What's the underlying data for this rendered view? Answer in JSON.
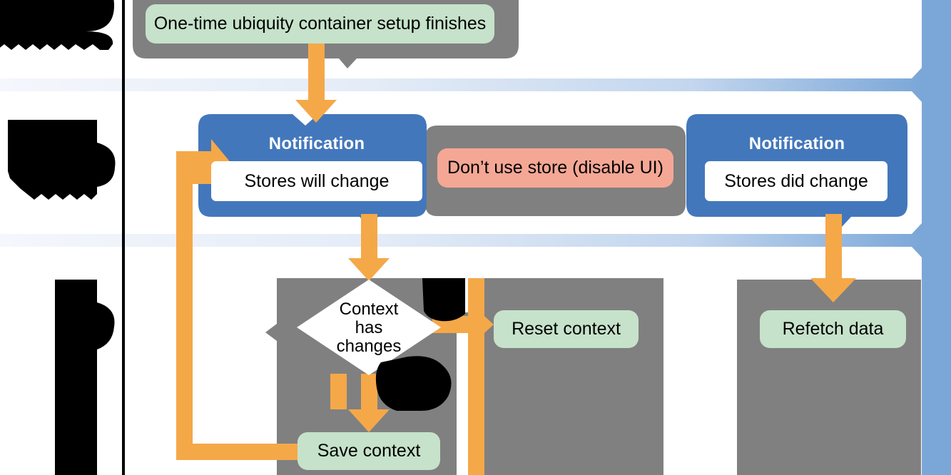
{
  "diagram": {
    "type": "flowchart",
    "title_visible": false,
    "palette": {
      "process_green": "#c6e2ca",
      "warning_red": "#f4a795",
      "notification_blue": "#4377bb",
      "group_gray": "#808080",
      "arrow_orange": "#f5a848",
      "lane_blue": "#7ba7d8",
      "white": "#ffffff",
      "black": "#000000"
    },
    "nodes": [
      {
        "id": "setup-finishes",
        "kind": "process",
        "label": "One-time ubiquity container setup finishes",
        "color": "#c6e2ca"
      },
      {
        "id": "notification-will-change",
        "kind": "notification",
        "header": "Notification",
        "label": "Stores will change",
        "color": "#4377bb"
      },
      {
        "id": "dont-use-store",
        "kind": "warning",
        "label": "Don’t use store (disable UI)",
        "color": "#f4a795"
      },
      {
        "id": "notification-did-change",
        "kind": "notification",
        "header": "Notification",
        "label": "Stores did change",
        "color": "#4377bb"
      },
      {
        "id": "context-has-changes",
        "kind": "decision",
        "label_lines": [
          "Context",
          "has",
          "changes"
        ],
        "color": "#ffffff"
      },
      {
        "id": "reset-context",
        "kind": "process",
        "label": "Reset context",
        "color": "#c6e2ca"
      },
      {
        "id": "save-context",
        "kind": "process",
        "label": "Save context",
        "color": "#c6e2ca"
      },
      {
        "id": "refetch-data",
        "kind": "process",
        "label": "Refetch data",
        "color": "#c6e2ca"
      }
    ],
    "redactions": [
      {
        "id": "redaction-top-left",
        "note": "obscured label"
      },
      {
        "id": "redaction-mid-left",
        "note": "obscured label"
      },
      {
        "id": "redaction-bottom-left",
        "note": "obscured label"
      },
      {
        "id": "redaction-branch-upper",
        "note": "obscured branch label"
      },
      {
        "id": "redaction-branch-lower",
        "note": "obscured branch label"
      }
    ],
    "lanes": [
      {
        "id": "lane-divider-1"
      },
      {
        "id": "lane-divider-2"
      },
      {
        "id": "lane-rail-right"
      }
    ]
  }
}
